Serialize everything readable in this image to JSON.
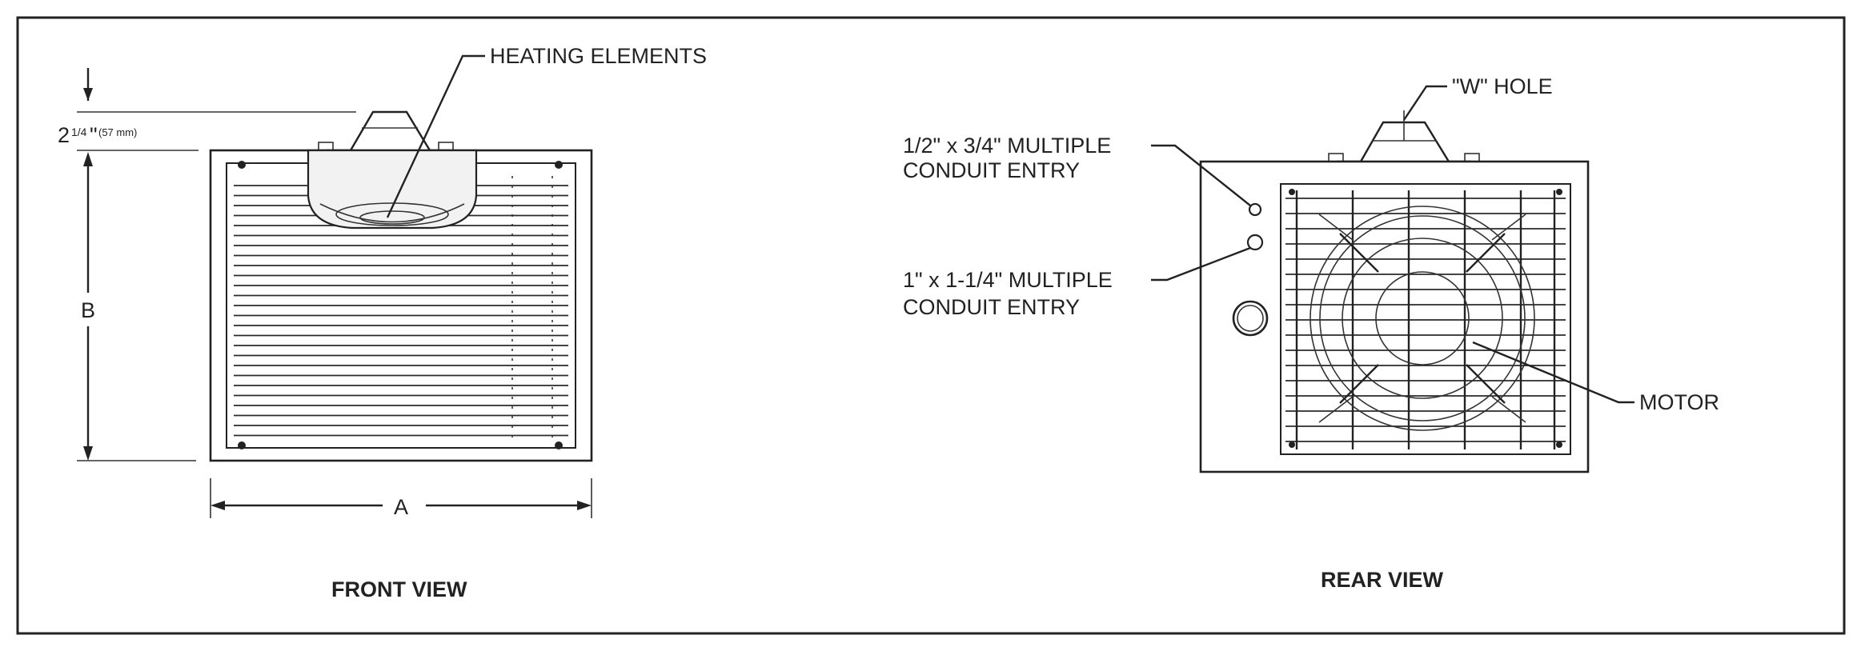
{
  "front_view": {
    "title": "FRONT VIEW",
    "callout_heating": "HEATING ELEMENTS",
    "dim_offset_whole": "2",
    "dim_offset_frac": "1/4",
    "dim_offset_inch": "\"",
    "dim_offset_mm": "(57 mm)",
    "dim_height": "B",
    "dim_width": "A"
  },
  "rear_view": {
    "title": "REAR VIEW",
    "callout_w_hole": "\"W\" HOLE",
    "callout_small_conduit_line1": "1/2\" x 3/4\" MULTIPLE",
    "callout_small_conduit_line2": "CONDUIT ENTRY",
    "callout_large_conduit_line1": "1\" x 1-1/4\" MULTIPLE",
    "callout_large_conduit_line2": "CONDUIT ENTRY",
    "callout_motor": "MOTOR"
  }
}
